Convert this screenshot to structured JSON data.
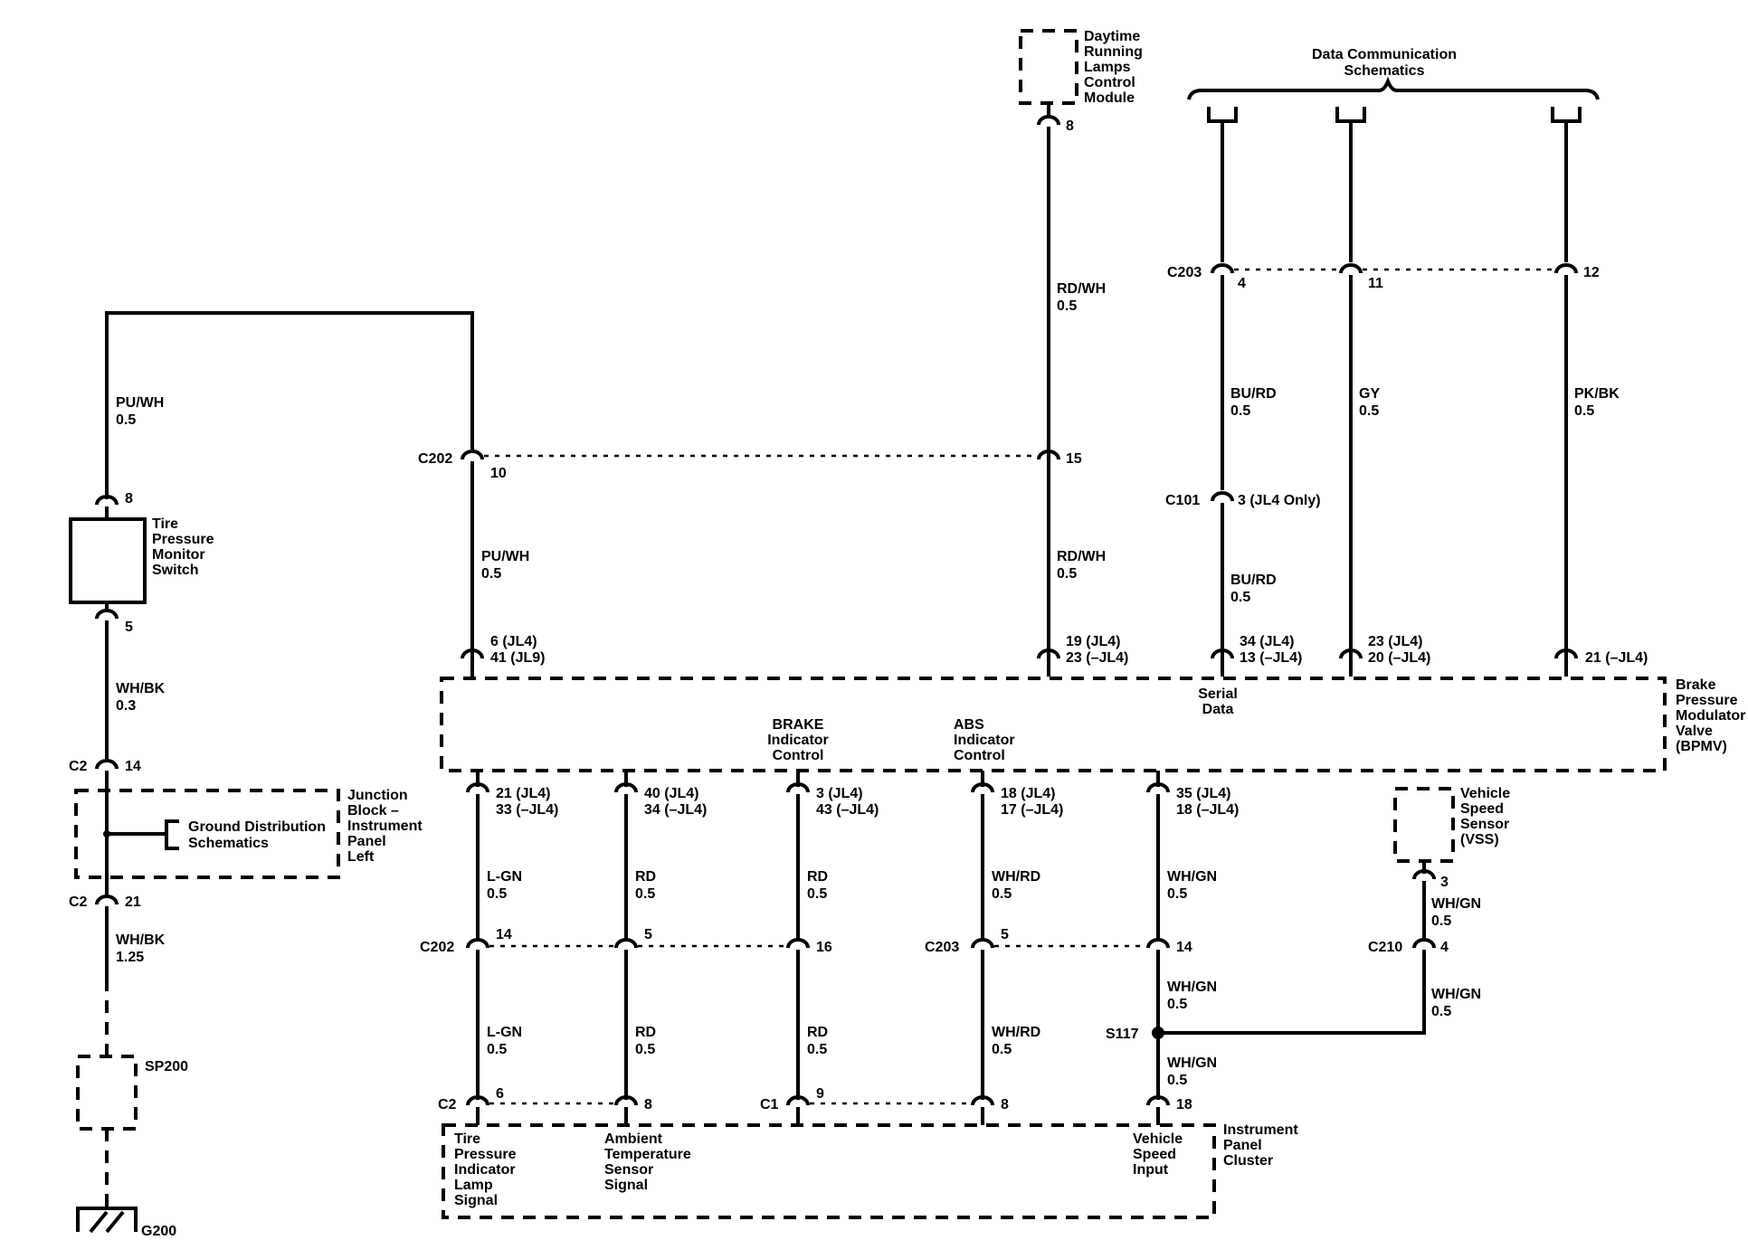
{
  "labels": {
    "drl_module": [
      "Daytime",
      "Running",
      "Lamps",
      "Control",
      "Module"
    ],
    "data_comm": [
      "Data Communication",
      "Schematics"
    ],
    "tpm_switch": [
      "Tire",
      "Pressure",
      "Monitor",
      "Switch"
    ],
    "junction_block": [
      "Junction",
      "Block –",
      "Instrument",
      "Panel",
      "Left"
    ],
    "ground_dist": [
      "Ground Distribution",
      "Schematics"
    ],
    "bpmv": [
      "Brake",
      "Pressure",
      "Modulator",
      "Valve",
      "(BPMV)"
    ],
    "serial_data": [
      "Serial",
      "Data"
    ],
    "brake_ind": [
      "BRAKE",
      "Indicator",
      "Control"
    ],
    "abs_ind": [
      "ABS",
      "Indicator",
      "Control"
    ],
    "vss": [
      "Vehicle",
      "Speed",
      "Sensor",
      "(VSS)"
    ],
    "ipc": [
      "Instrument",
      "Panel",
      "Cluster"
    ],
    "tp_lamp": [
      "Tire",
      "Pressure",
      "Indicator",
      "Lamp",
      "Signal"
    ],
    "amb_temp": [
      "Ambient",
      "Temperature",
      "Sensor",
      "Signal"
    ],
    "vs_input": [
      "Vehicle",
      "Speed",
      "Input"
    ],
    "sp200": "SP200",
    "g200": "G200",
    "s117": "S117"
  },
  "connectors": {
    "c203_top": "C203",
    "c101": "C101",
    "c202_top": "C202",
    "c2_a": "C2",
    "c2_b": "C2",
    "c202_bot": "C202",
    "c203_bot": "C203",
    "c210": "C210",
    "c2_ipc": "C2",
    "c1_ipc": "C1"
  },
  "pins": {
    "drl8": "8",
    "c203_4": "4",
    "c203_11": "11",
    "c203_12": "12",
    "c101_3": "3 (JL4 Only)",
    "c202_10": "10",
    "c202_15": "15",
    "tpm8": "8",
    "tpm5": "5",
    "c2_14": "14",
    "c2_21": "21",
    "bp_top1": [
      "6 (JL4)",
      "41 (JL9)"
    ],
    "bp_top2": [
      "19 (JL4)",
      "23 (–JL4)"
    ],
    "bp_top3": [
      "34 (JL4)",
      "13 (–JL4)"
    ],
    "bp_top4": [
      "23 (JL4)",
      "20 (–JL4)"
    ],
    "bp_top5": "21 (–JL4)",
    "bp_bot1": [
      "21 (JL4)",
      "33 (–JL4)"
    ],
    "bp_bot2": [
      "40 (JL4)",
      "34 (–JL4)"
    ],
    "bp_bot3": [
      "3 (JL4)",
      "43 (–JL4)"
    ],
    "bp_bot4": [
      "18 (JL4)",
      "17 (–JL4)"
    ],
    "bp_bot5": [
      "35 (JL4)",
      "18 (–JL4)"
    ],
    "c202_14": "14",
    "c202_5": "5",
    "c202_16": "16",
    "c203_5": "5",
    "c203_14": "14",
    "vss3": "3",
    "c210_4": "4",
    "ipc6": "6",
    "ipc8a": "8",
    "ipc9": "9",
    "ipc8b": "8",
    "ipc18": "18"
  },
  "wires": {
    "w_drl": [
      "RD/WH",
      "0.5"
    ],
    "w_burd1": [
      "BU/RD",
      "0.5"
    ],
    "w_gy": [
      "GY",
      "0.5"
    ],
    "w_pkbk": [
      "PK/BK",
      "0.5"
    ],
    "w_puwh1": [
      "PU/WH",
      "0.5"
    ],
    "w_puwh2": [
      "PU/WH",
      "0.5"
    ],
    "w_rdwh2": [
      "RD/WH",
      "0.5"
    ],
    "w_burd2": [
      "BU/RD",
      "0.5"
    ],
    "w_whbk1": [
      "WH/BK",
      "0.3"
    ],
    "w_whbk2": [
      "WH/BK",
      "1.25"
    ],
    "w_lgn1": [
      "L-GN",
      "0.5"
    ],
    "w_rd1": [
      "RD",
      "0.5"
    ],
    "w_rd2": [
      "RD",
      "0.5"
    ],
    "w_whrd1": [
      "WH/RD",
      "0.5"
    ],
    "w_whgn1": [
      "WH/GN",
      "0.5"
    ],
    "w_whgn_vss": [
      "WH/GN",
      "0.5"
    ],
    "w_lgn2": [
      "L-GN",
      "0.5"
    ],
    "w_rd3": [
      "RD",
      "0.5"
    ],
    "w_rd4": [
      "RD",
      "0.5"
    ],
    "w_whrd2": [
      "WH/RD",
      "0.5"
    ],
    "w_whgn2": [
      "WH/GN",
      "0.5"
    ],
    "w_whgn3": [
      "WH/GN",
      "0.5"
    ],
    "w_whgn4": [
      "WH/GN",
      "0.5"
    ]
  }
}
